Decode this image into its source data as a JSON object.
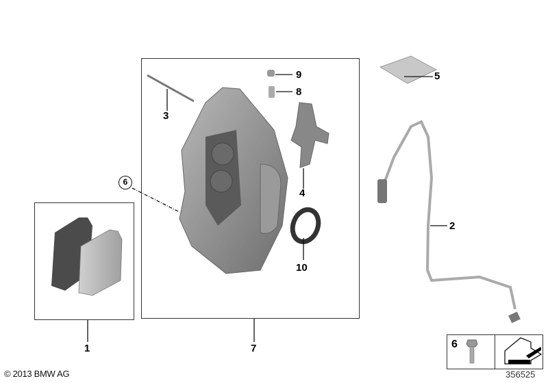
{
  "diagram": {
    "title": "Brake caliper front exploded parts diagram",
    "callouts": [
      {
        "id": "1",
        "label": "1",
        "part": "brake-pad-set"
      },
      {
        "id": "2",
        "label": "2",
        "part": "brake-wear-sensor"
      },
      {
        "id": "3",
        "label": "3",
        "part": "pin"
      },
      {
        "id": "4",
        "label": "4",
        "part": "spring-clip"
      },
      {
        "id": "5",
        "label": "5",
        "part": "grease-packet"
      },
      {
        "id": "6",
        "label": "6",
        "part": "caliper-bolt"
      },
      {
        "id": "7",
        "label": "7",
        "part": "brake-caliper-assembly"
      },
      {
        "id": "8",
        "label": "8",
        "part": "bleeder-valve"
      },
      {
        "id": "9",
        "label": "9",
        "part": "dust-cap"
      },
      {
        "id": "10",
        "label": "10",
        "part": "seal-ring"
      }
    ],
    "reference_circle_label": "6",
    "legend_box": {
      "label": "6",
      "part": "bolt",
      "arrow": "pointing-arrow-icon"
    },
    "copyright": "© 2013 BMW AG",
    "diagram_number": "356525"
  },
  "colors": {
    "line": "#333333",
    "text": "#000000",
    "part_gray": "#8c8c8c",
    "part_dark": "#4a4a4a"
  }
}
